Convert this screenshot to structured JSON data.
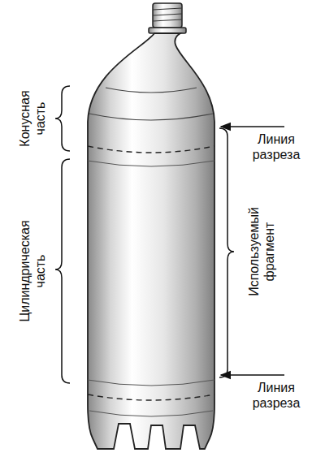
{
  "diagram": {
    "labels": [
      "Конусная часть",
      "Цилиндрическая часть",
      "Линия разреза",
      "Используемый фрагмент",
      "Линия разреза"
    ]
  }
}
